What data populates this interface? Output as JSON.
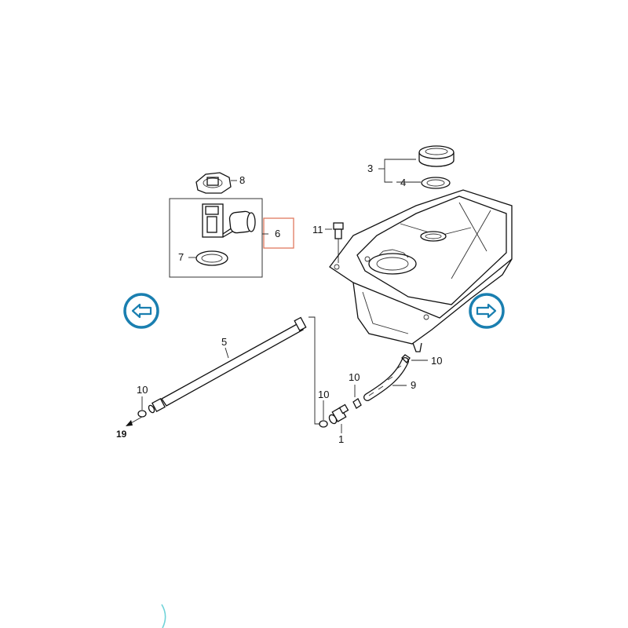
{
  "diagram": {
    "callouts": {
      "c1": "1",
      "c3": "3",
      "c4": "4",
      "c5": "5",
      "c6": "6",
      "c7": "7",
      "c8": "8",
      "c9": "9",
      "c10a": "10",
      "c10b": "10",
      "c10c": "10",
      "c10d": "10",
      "c11": "11",
      "c19": "19"
    },
    "highlight_color": "#e07a5f"
  },
  "navigation": {
    "prev_icon": "arrow-left-icon",
    "next_icon": "arrow-right-icon",
    "accent_color": "#1a7fb0"
  }
}
